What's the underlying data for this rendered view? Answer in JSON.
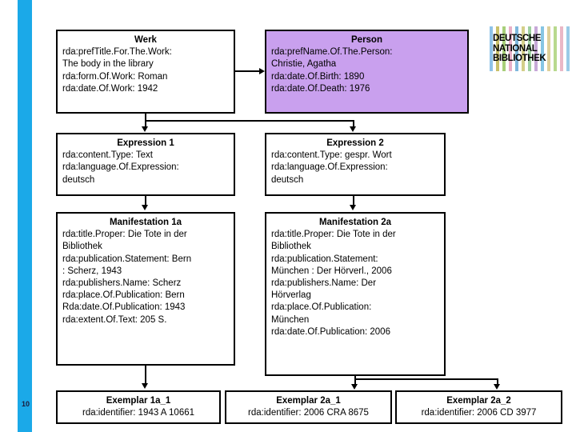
{
  "slide": {
    "page_number": "10",
    "accent_color": "#1BA9E8",
    "highlight_color": "#C9A0EE",
    "line_color": "#000000",
    "background_color": "#FFFFFF"
  },
  "logo": {
    "name": "deutsche-nationalbibliothek-logo",
    "line1": "DEUTSCHE",
    "line2": "NATIONAL",
    "line3": "BIBLIOTHEK",
    "bar_colors": [
      "#8fc3e8",
      "#ffffff",
      "#c9c06a",
      "#ffffff",
      "#a8cf7a",
      "#ffffff",
      "#e8b0c8",
      "#ffffff",
      "#7fb8dd",
      "#ffffff",
      "#d4cf8a",
      "#ffffff",
      "#9fd0a0",
      "#ffffff",
      "#c7a8d8",
      "#ffffff",
      "#86c5e4",
      "#ffffff",
      "#ded09a",
      "#ffffff",
      "#b8d98e",
      "#ffffff",
      "#eab8c6",
      "#ffffff",
      "#9acbe6"
    ]
  },
  "diagram": {
    "type": "frbr-entity-relationship",
    "boxes": [
      {
        "id": "werk",
        "title": "Werk",
        "lines": [
          "rda:prefTitle.For.The.Work:",
          "The body in the library",
          "rda:form.Of.Work: Roman",
          "rda:date.Of.Work: 1942"
        ]
      },
      {
        "id": "person",
        "title": "Person",
        "lines": [
          "rda:prefName.Of.The.Person:",
          "Christie, Agatha",
          "rda:date.Of.Birth: 1890",
          "rda:date.Of.Death: 1976"
        ]
      },
      {
        "id": "expression1",
        "title": "Expression 1",
        "lines": [
          "rda:content.Type: Text",
          "rda:language.Of.Expression:",
          "deutsch"
        ]
      },
      {
        "id": "expression2",
        "title": "Expression 2",
        "lines": [
          "rda:content.Type: gespr. Wort",
          "rda:language.Of.Expression:",
          "deutsch"
        ]
      },
      {
        "id": "manifestation1a",
        "title": "Manifestation 1a",
        "lines": [
          "rda:title.Proper: Die Tote in der",
          "Bibliothek",
          "rda:publication.Statement: Bern",
          ": Scherz, 1943",
          "rda:publishers.Name: Scherz",
          "rda:place.Of.Publication: Bern",
          "Rda:date.Of.Publication: 1943",
          "rda:extent.Of.Text: 205 S."
        ]
      },
      {
        "id": "manifestation2a",
        "title": "Manifestation 2a",
        "lines": [
          "rda:title.Proper: Die Tote in der",
          "Bibliothek",
          "rda:publication.Statement:",
          "München : Der Hörverl., 2006",
          "rda:publishers.Name: Der",
          "Hörverlag",
          "rda:place.Of.Publication:",
          "München",
          "rda:date.Of.Publication: 2006"
        ]
      },
      {
        "id": "exemplar1a1",
        "title": "Exemplar 1a_1",
        "lines": [
          "rda:identifier: 1943 A 10661"
        ]
      },
      {
        "id": "exemplar2a1",
        "title": "Exemplar 2a_1",
        "lines": [
          "rda:identifier: 2006 CRA 8675"
        ]
      },
      {
        "id": "exemplar2a2",
        "title": "Exemplar 2a_2",
        "lines": [
          "rda:identifier: 2006 CD 3977"
        ]
      }
    ]
  }
}
